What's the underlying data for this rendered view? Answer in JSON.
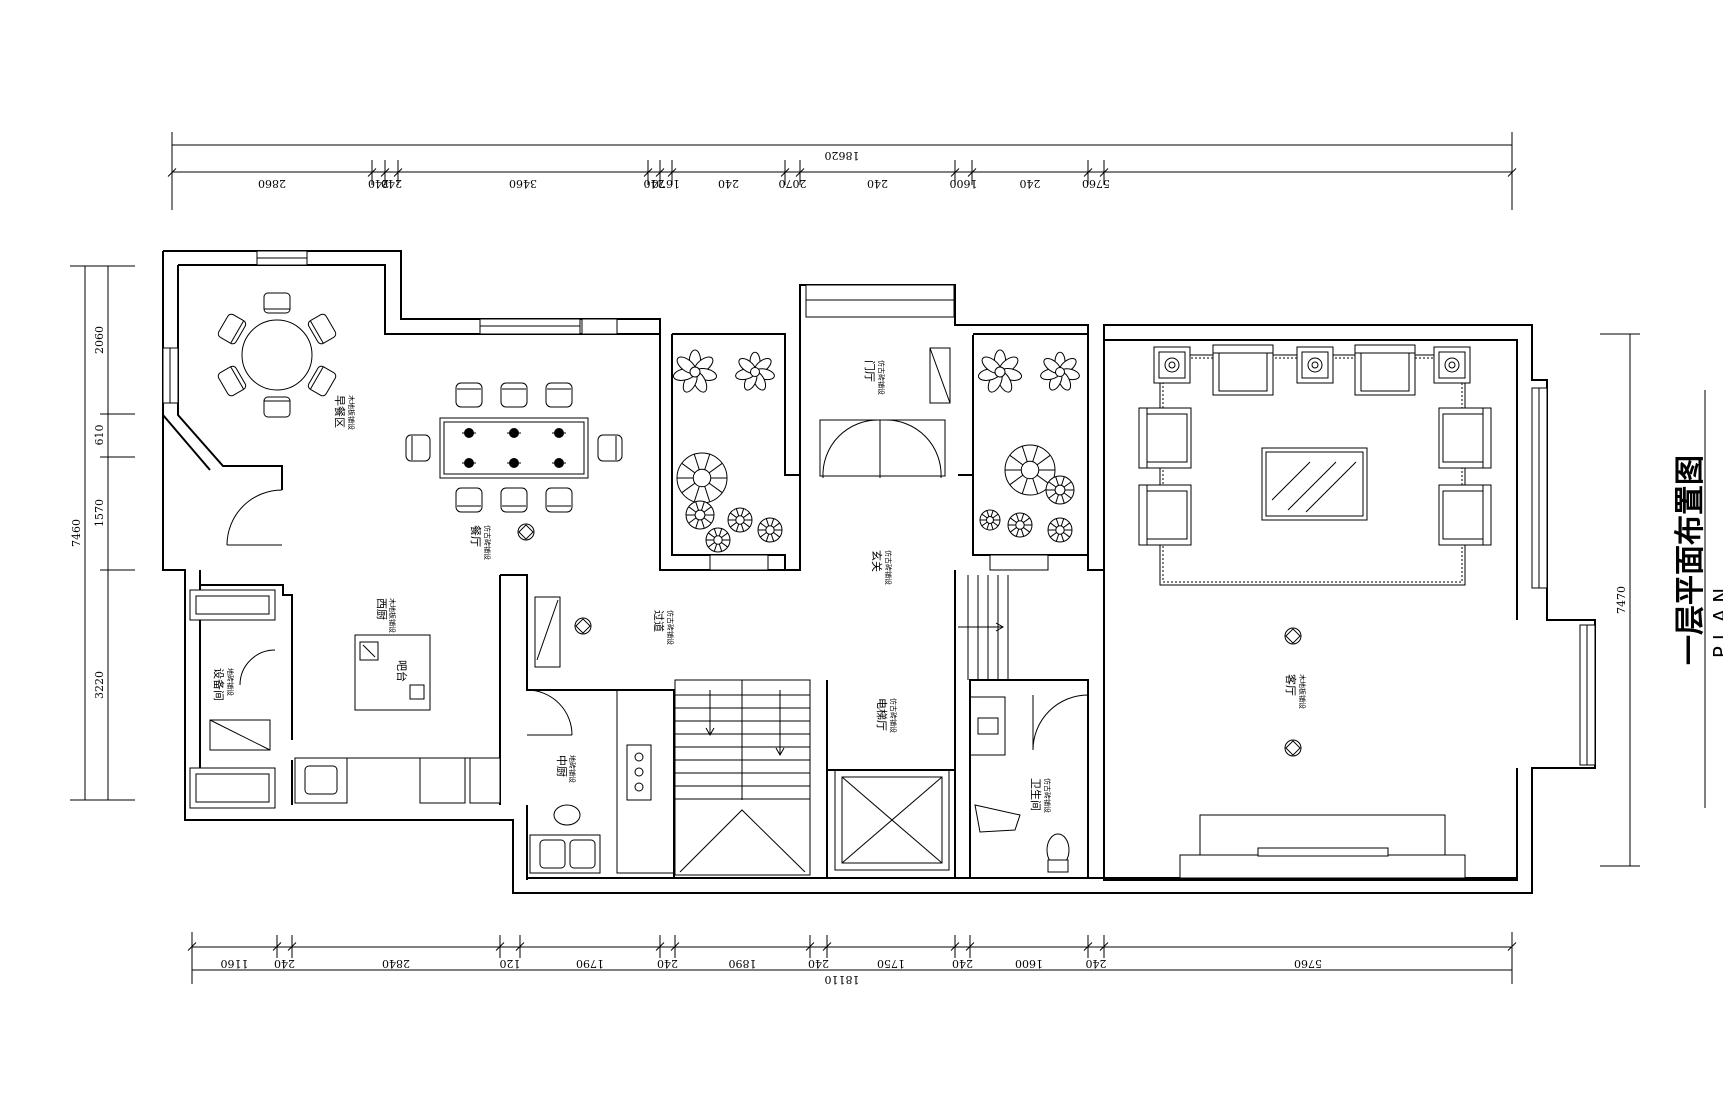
{
  "title": "一层平面布置图",
  "subtitle": "PLAN",
  "dimensions": {
    "top_total": "18620",
    "top_segments": [
      "2860",
      "240",
      "240",
      "3460",
      "240",
      "1670",
      "240",
      "2070",
      "240",
      "1600",
      "240",
      "5760"
    ],
    "bottom_total": "18110",
    "bottom_segments": [
      "1160",
      "240",
      "2840",
      "120",
      "1790",
      "240",
      "1890",
      "240",
      "1750",
      "240",
      "1600",
      "240",
      "5760"
    ],
    "left_total": "7460",
    "left_segments": [
      "2060",
      "610",
      "1570",
      "3220"
    ],
    "right_total": "7470"
  },
  "rooms": {
    "breakfast": {
      "name": "早餐区",
      "note": "木地板铺设"
    },
    "dining": {
      "name": "餐厅",
      "note": "仿古砖铺设"
    },
    "west_kitchen": {
      "name": "西厨",
      "note": "木地板铺设"
    },
    "island": {
      "name": "吧台"
    },
    "equipment": {
      "name": "设备间",
      "note": "地砖铺设"
    },
    "chinese_kitchen": {
      "name": "中厨",
      "note": "地砖铺设"
    },
    "corridor": {
      "name": "过道",
      "note": "仿古砖铺设"
    },
    "foyer": {
      "name": "玄关",
      "note": "仿古砖铺设"
    },
    "entry": {
      "name": "门厅",
      "note": "仿古砖铺设"
    },
    "elevator": {
      "name": "电梯厅",
      "note": "仿古砖铺设"
    },
    "bathroom": {
      "name": "卫生间",
      "note": "仿古砖铺设"
    },
    "living": {
      "name": "客厅",
      "note": "木地板铺设"
    }
  }
}
